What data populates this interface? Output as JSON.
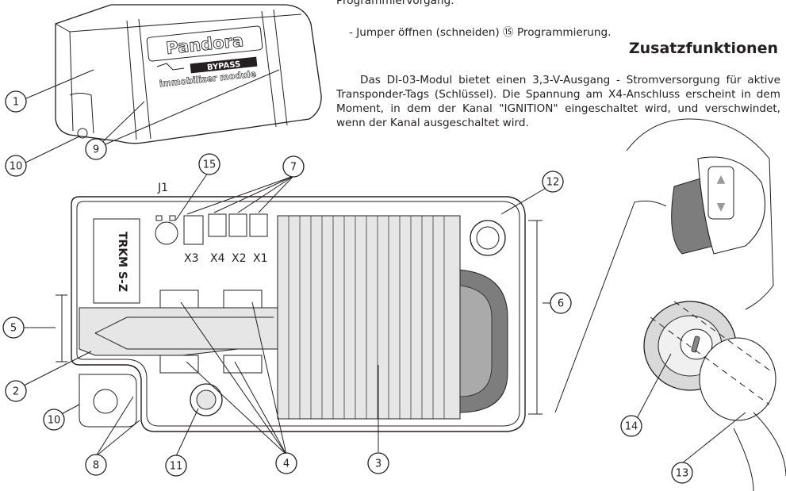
{
  "text": {
    "line_top": "Programmiervorgang.",
    "line_jumper": "- Jumper öffnen (schneiden) ⑮ Programmierung.",
    "heading": "Zusatzfunktionen",
    "paragraph": "Das DI-03-Modul bietet einen 3,3-V-Ausgang - Stromversorgung für aktive Transponder-Tags (Schlüssel). Die Spannung am X4-Anschluss erscheint in dem Moment, in dem der Kanal \"IGNITION\" eingeschaltet wird, und verschwindet, wenn der Kanal ausgeschaltet wird."
  },
  "device": {
    "brand": "Pandora",
    "product": "BYPASS",
    "subtitle": "immobilizer module",
    "chip_label": "TRKM S-Z",
    "jumper_label": "J1"
  },
  "connectors": [
    "X3",
    "X4",
    "X2",
    "X1"
  ],
  "callouts": [
    "1",
    "2",
    "3",
    "4",
    "5",
    "6",
    "7",
    "8",
    "9",
    "10",
    "10",
    "11",
    "12",
    "13",
    "14",
    "15"
  ]
}
